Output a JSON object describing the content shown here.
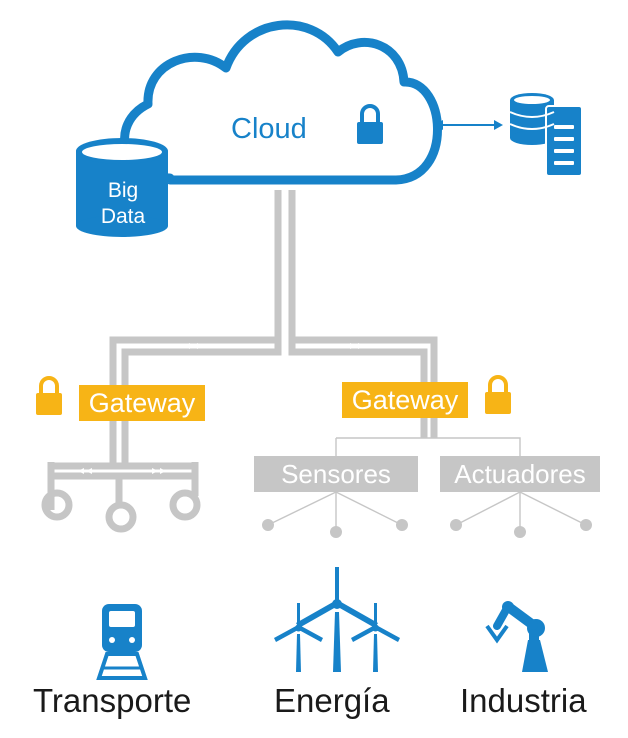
{
  "cloud": {
    "label": "Cloud"
  },
  "big_data": {
    "line1": "Big",
    "line2": "Data"
  },
  "gateways": [
    {
      "label": "Gateway"
    },
    {
      "label": "Gateway"
    }
  ],
  "devices": {
    "sensors": "Sensores",
    "actuators": "Actuadores"
  },
  "sectors": [
    {
      "label": "Transporte",
      "icon": "train-icon"
    },
    {
      "label": "Energía",
      "icon": "wind-turbine-icon"
    },
    {
      "label": "Industria",
      "icon": "robot-arm-icon"
    }
  ],
  "colors": {
    "blue": "#1782c9",
    "gray": "#c6c6c6",
    "yellow": "#f7b416"
  }
}
